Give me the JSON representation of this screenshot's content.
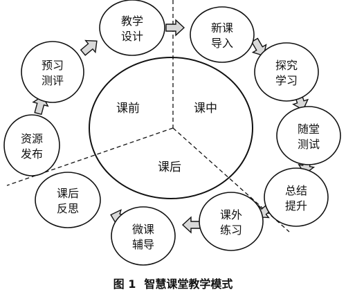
{
  "diagram": {
    "phases": {
      "before": "课前",
      "during": "课中",
      "after": "课后"
    },
    "nodes": [
      {
        "id": "teaching-design",
        "lines": [
          "教学",
          "设计"
        ]
      },
      {
        "id": "new-lesson-intro",
        "lines": [
          "新课",
          "导入"
        ]
      },
      {
        "id": "explore-learning",
        "lines": [
          "探究",
          "学习"
        ]
      },
      {
        "id": "in-class-test",
        "lines": [
          "随堂",
          "测试"
        ]
      },
      {
        "id": "summary-improve",
        "lines": [
          "总结",
          "提升"
        ]
      },
      {
        "id": "extracurricular-practice",
        "lines": [
          "课外",
          "练习"
        ]
      },
      {
        "id": "micro-lesson-tutoring",
        "lines": [
          "微课",
          "辅导"
        ]
      },
      {
        "id": "post-class-reflection",
        "lines": [
          "课后",
          "反思"
        ]
      },
      {
        "id": "resource-release",
        "lines": [
          "资源",
          "发布"
        ]
      },
      {
        "id": "preview-assessment",
        "lines": [
          "预习",
          "测评"
        ]
      }
    ],
    "colors": {
      "stroke": "#111111",
      "arrow_fill": "#d9d9d9",
      "background": "#ffffff"
    }
  },
  "caption": {
    "figure_number": "图 1",
    "title": "智慧课堂教学模式"
  }
}
